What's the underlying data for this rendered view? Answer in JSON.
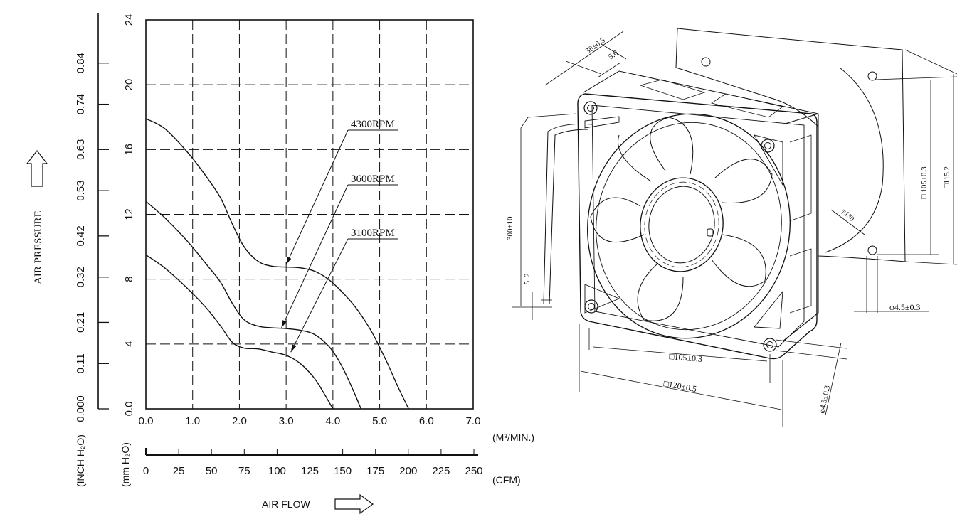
{
  "chart_data": {
    "type": "line",
    "ylabel": "AIR PRESSURE",
    "xlabel": "AIR FLOW",
    "x_unit_top": "(M³/MIN.)",
    "x_unit_bottom": "(CFM)",
    "y_unit_left": "(INCH H₂O)",
    "y_unit_right": "(mm H₂O)",
    "xlim": [
      0,
      7
    ],
    "ylim": [
      0,
      24
    ],
    "x_ticks": [
      "0.0",
      "1.0",
      "2.0",
      "3.0",
      "4.0",
      "5.0",
      "6.0",
      "7.0"
    ],
    "y_ticks_mm": [
      "0.0",
      "4",
      "8",
      "12",
      "16",
      "20",
      "24"
    ],
    "y_ticks_inch": [
      "0.000",
      "0.11",
      "0.21",
      "0.32",
      "0.42",
      "0.53",
      "0.63",
      "0.74",
      "0.84"
    ],
    "cfm_ticks": [
      "0",
      "25",
      "50",
      "75",
      "100",
      "125",
      "150",
      "175",
      "200",
      "225",
      "250"
    ],
    "grid": true,
    "series": [
      {
        "name": "4300RPM",
        "x": [
          0,
          0.4,
          0.9,
          1.3,
          1.6,
          1.85,
          2.1,
          2.4,
          2.7,
          3.0,
          3.3,
          3.6,
          3.9,
          4.2,
          4.5,
          4.8,
          5.0,
          5.2,
          5.4,
          5.62
        ],
        "y": [
          17.9,
          17.3,
          15.8,
          14.3,
          13.0,
          11.4,
          10.0,
          9.1,
          8.8,
          8.75,
          8.7,
          8.5,
          8.0,
          7.2,
          6.2,
          4.9,
          3.8,
          2.6,
          1.3,
          0
        ]
      },
      {
        "name": "3600RPM",
        "x": [
          0,
          0.4,
          0.9,
          1.3,
          1.6,
          1.85,
          2.1,
          2.4,
          2.7,
          3.0,
          3.3,
          3.6,
          3.9,
          4.1,
          4.3,
          4.5,
          4.6
        ],
        "y": [
          12.8,
          11.8,
          10.3,
          8.9,
          7.8,
          6.5,
          5.5,
          5.1,
          5.0,
          4.95,
          4.85,
          4.6,
          3.9,
          3.1,
          2.0,
          0.7,
          0
        ]
      },
      {
        "name": "3100RPM",
        "x": [
          0,
          0.4,
          0.9,
          1.3,
          1.6,
          1.85,
          2.1,
          2.4,
          2.7,
          3.0,
          3.3,
          3.6,
          3.8,
          4.0
        ],
        "y": [
          9.5,
          8.7,
          7.4,
          6.2,
          5.1,
          4.1,
          3.75,
          3.7,
          3.5,
          3.3,
          2.8,
          1.9,
          1.0,
          0
        ]
      }
    ]
  },
  "drawing": {
    "dim_depth": "38±0.5",
    "dim_flange": "5.0",
    "dim_hole_spacing_side": "□ 105±0.3",
    "dim_outer_side": "□115.2",
    "dim_diameter": "φ130",
    "dim_hole_side": "φ4.5±0.3",
    "dim_lead": "300±10",
    "dim_strip": "5±2",
    "dim_hole_spacing_bottom": "□105±0.3",
    "dim_frame": "□120±0.5",
    "dim_hole_bottom": "φ4.5±0.3"
  }
}
